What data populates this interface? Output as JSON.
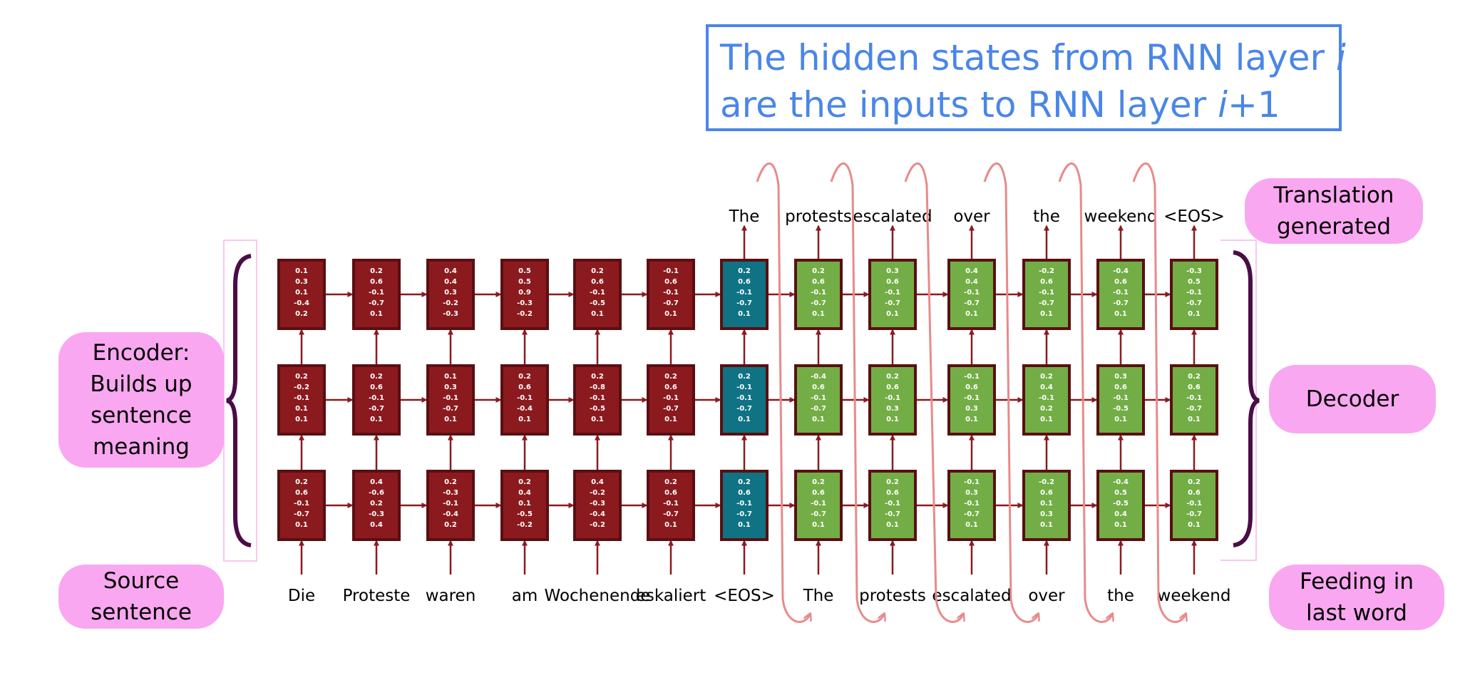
{
  "callout": {
    "line1": "The hidden states from RNN layer ",
    "line1_var": "i",
    "line2_prefix": "are the inputs to RNN layer ",
    "line2_var": "i",
    "line2_suffix": "+1"
  },
  "labels": {
    "encoder": [
      "Encoder:",
      "Builds up",
      "sentence",
      "meaning"
    ],
    "source": [
      "Source",
      "sentence"
    ],
    "translation": [
      "Translation",
      "generated"
    ],
    "decoder": [
      "Decoder"
    ],
    "feeding": [
      "Feeding in",
      "last word"
    ]
  },
  "source_words": [
    "Die",
    "Proteste",
    "waren",
    "am",
    "Wochenende",
    "eskaliert",
    "<EOS>",
    "The",
    "protests",
    "escalated",
    "over",
    "the",
    "weekend"
  ],
  "output_words": [
    "The",
    "protests",
    "escalated",
    "over",
    "the",
    "weekend",
    "<EOS>"
  ],
  "columns": [
    {
      "kind": "encoder",
      "top": [
        "0.1",
        "0.3",
        "0.1",
        "-0.4",
        "0.2"
      ],
      "mid": [
        "0.2",
        "-0.2",
        "-0.1",
        "0.1",
        "0.1"
      ],
      "bot": [
        "0.2",
        "0.6",
        "-0.1",
        "-0.7",
        "0.1"
      ]
    },
    {
      "kind": "encoder",
      "top": [
        "0.2",
        "0.6",
        "-0.1",
        "-0.7",
        "0.1"
      ],
      "mid": [
        "0.2",
        "0.6",
        "-0.1",
        "-0.7",
        "0.1"
      ],
      "bot": [
        "0.4",
        "-0.6",
        "0.2",
        "-0.3",
        "0.4"
      ]
    },
    {
      "kind": "encoder",
      "top": [
        "0.4",
        "0.4",
        "0.3",
        "-0.2",
        "-0.3"
      ],
      "mid": [
        "0.1",
        "0.3",
        "-0.1",
        "-0.7",
        "0.1"
      ],
      "bot": [
        "0.2",
        "-0.3",
        "-0.1",
        "-0.4",
        "0.2"
      ]
    },
    {
      "kind": "encoder",
      "top": [
        "0.5",
        "0.5",
        "0.9",
        "-0.3",
        "-0.2"
      ],
      "mid": [
        "0.2",
        "0.6",
        "-0.1",
        "-0.4",
        "0.1"
      ],
      "bot": [
        "0.2",
        "0.4",
        "0.1",
        "-0.5",
        "-0.2"
      ]
    },
    {
      "kind": "encoder",
      "top": [
        "0.2",
        "0.6",
        "-0.1",
        "-0.5",
        "0.1"
      ],
      "mid": [
        "0.2",
        "-0.8",
        "-0.1",
        "-0.5",
        "0.1"
      ],
      "bot": [
        "0.4",
        "-0.2",
        "-0.3",
        "-0.4",
        "-0.2"
      ]
    },
    {
      "kind": "encoder",
      "top": [
        "-0.1",
        "0.6",
        "-0.1",
        "-0.7",
        "0.1"
      ],
      "mid": [
        "0.2",
        "0.6",
        "-0.1",
        "-0.7",
        "0.1"
      ],
      "bot": [
        "0.2",
        "0.6",
        "-0.1",
        "-0.7",
        "0.1"
      ]
    },
    {
      "kind": "eos",
      "top": [
        "0.2",
        "0.6",
        "-0.1",
        "-0.7",
        "0.1"
      ],
      "mid": [
        "0.2",
        "-0.1",
        "-0.1",
        "-0.7",
        "0.1"
      ],
      "bot": [
        "0.2",
        "0.6",
        "-0.1",
        "-0.7",
        "0.1"
      ]
    },
    {
      "kind": "decoder",
      "top": [
        "0.2",
        "0.6",
        "-0.1",
        "-0.7",
        "0.1"
      ],
      "mid": [
        "-0.4",
        "0.6",
        "-0.1",
        "-0.7",
        "0.1"
      ],
      "bot": [
        "0.2",
        "0.6",
        "-0.1",
        "-0.7",
        "0.1"
      ]
    },
    {
      "kind": "decoder",
      "top": [
        "0.3",
        "0.6",
        "-0.1",
        "-0.7",
        "0.1"
      ],
      "mid": [
        "0.2",
        "0.6",
        "-0.1",
        "0.3",
        "0.1"
      ],
      "bot": [
        "0.2",
        "0.6",
        "-0.1",
        "-0.7",
        "0.1"
      ]
    },
    {
      "kind": "decoder",
      "top": [
        "0.4",
        "0.4",
        "-0.1",
        "-0.7",
        "0.1"
      ],
      "mid": [
        "-0.1",
        "0.6",
        "-0.1",
        "0.3",
        "0.1"
      ],
      "bot": [
        "-0.1",
        "0.3",
        "-0.1",
        "-0.7",
        "0.1"
      ]
    },
    {
      "kind": "decoder",
      "top": [
        "-0.2",
        "0.6",
        "-0.1",
        "-0.7",
        "0.1"
      ],
      "mid": [
        "0.2",
        "0.4",
        "-0.1",
        "0.2",
        "0.1"
      ],
      "bot": [
        "-0.2",
        "0.6",
        "0.1",
        "0.3",
        "0.1"
      ]
    },
    {
      "kind": "decoder",
      "top": [
        "-0.4",
        "0.6",
        "-0.1",
        "-0.7",
        "0.1"
      ],
      "mid": [
        "0.3",
        "0.6",
        "-0.1",
        "-0.5",
        "0.1"
      ],
      "bot": [
        "-0.4",
        "0.5",
        "-0.5",
        "0.4",
        "0.1"
      ]
    },
    {
      "kind": "decoder",
      "top": [
        "-0.3",
        "0.5",
        "-0.1",
        "-0.7",
        "0.1"
      ],
      "mid": [
        "0.2",
        "0.6",
        "-0.1",
        "-0.7",
        "0.1"
      ],
      "bot": [
        "0.2",
        "0.6",
        "-0.1",
        "-0.7",
        "0.1"
      ]
    }
  ],
  "colors": {
    "encoder_fill": "#8b1a1f",
    "eos_fill": "#0f7384",
    "decoder_fill": "#73ad46",
    "cell_border": "#5a0f12",
    "arrow": "#8b1a1f",
    "loop": "#e88a8a",
    "brace": "#4a0d45",
    "pill": "#f9a7f0",
    "callout": "#4a86e8"
  }
}
